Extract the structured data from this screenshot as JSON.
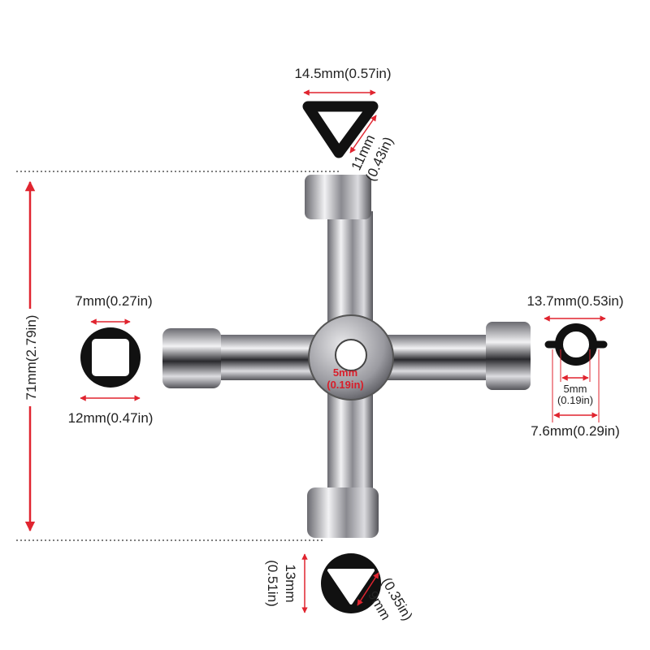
{
  "colors": {
    "dimension": "#e0242f",
    "shape": "#111111",
    "metal": "#b8b8bc"
  },
  "top_triangle": {
    "width": "14.5mm(0.57in)",
    "side_mm": "11mm",
    "side_in": "(0.43in)"
  },
  "overall_length": "71mm(2.79in)",
  "left_square": {
    "inner": "7mm(0.27in)",
    "outer": "12mm(0.47in)"
  },
  "center_hole": {
    "mm": "5mm",
    "in": "(0.19in)"
  },
  "right_ring": {
    "outer": "13.7mm(0.53in)",
    "inner_mm": "5mm",
    "inner_in": "(0.19in)",
    "ring": "7.6mm(0.29in)"
  },
  "bottom_triangle": {
    "outer_mm": "13mm",
    "outer_in": "(0.51in)",
    "inner_mm": "9mm",
    "inner_in": "(0.35in)"
  }
}
